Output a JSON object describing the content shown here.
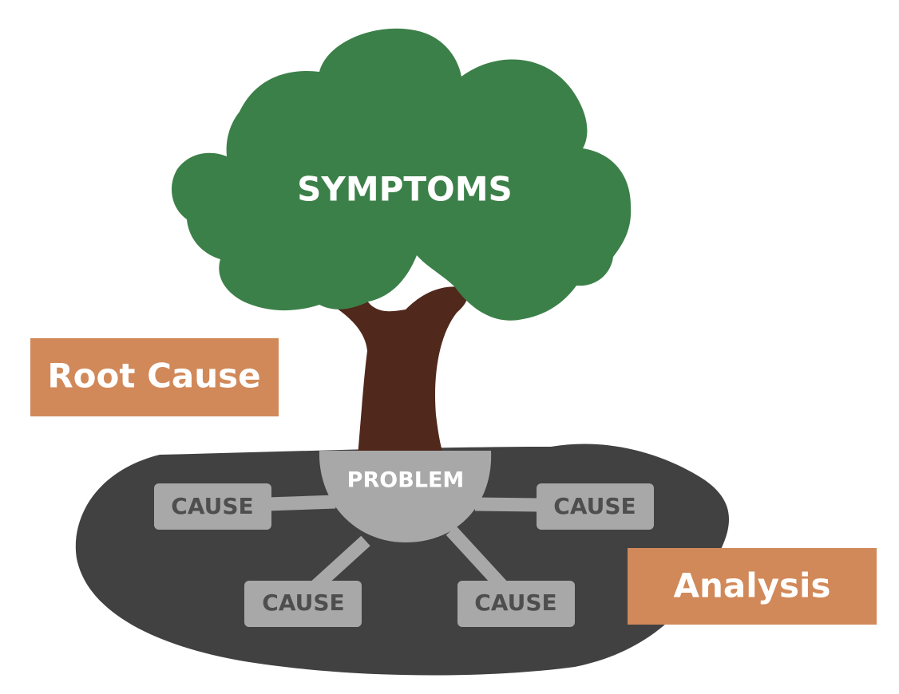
{
  "tree": {
    "canopy_label": "SYMPTOMS",
    "canopy_color": "#3c8049",
    "trunk_color": "#51281c"
  },
  "ground": {
    "color": "#414141",
    "problem_label": "PROBLEM",
    "hub_color": "#a8a8a8",
    "causes": [
      "CAUSE",
      "CAUSE",
      "CAUSE",
      "CAUSE"
    ]
  },
  "labels": {
    "root_cause": "Root Cause",
    "analysis": "Analysis",
    "color": "#d1895a"
  }
}
